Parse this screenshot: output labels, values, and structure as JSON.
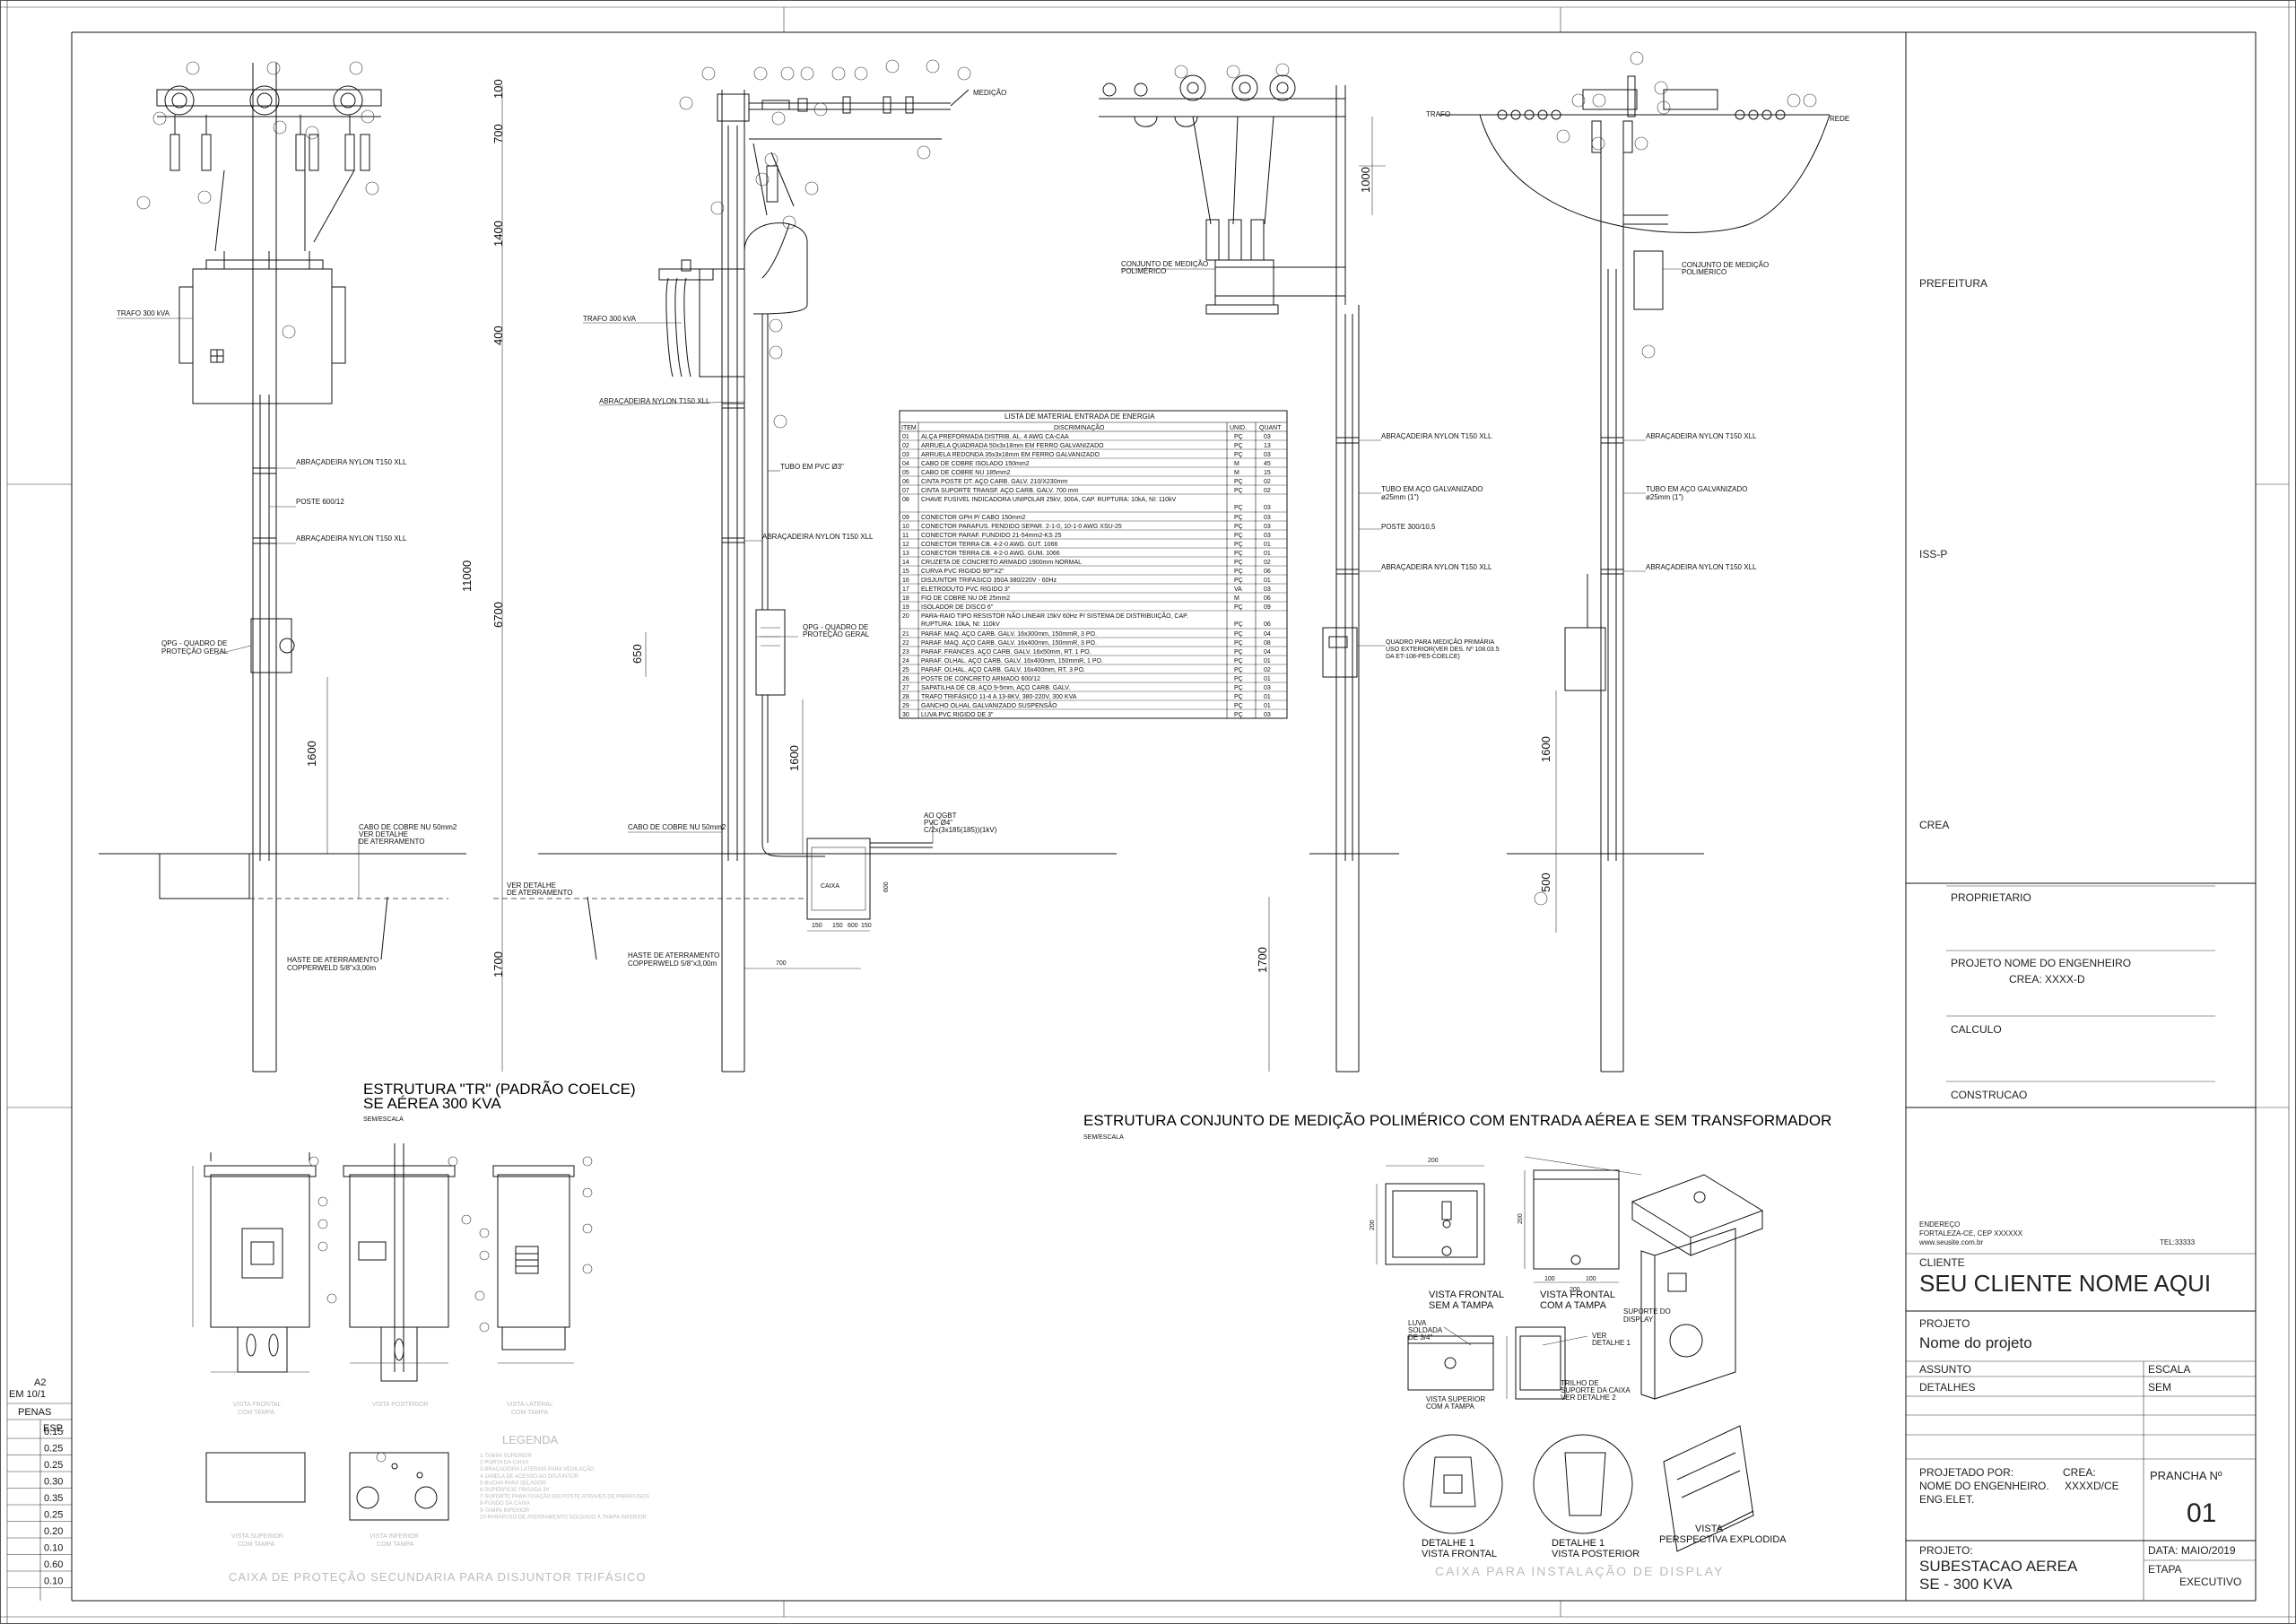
{
  "drawing1": {
    "title": "ESTRUTURA \"TR\" (PADRÃO COELCE)",
    "subtitle": "SE AÉREA 300 KVA",
    "scale": "SEM/ESCALA",
    "labels": {
      "trafo": "TRAFO 300 kVA",
      "abracadeira1": "ABRAÇADEIRA NYLON T150 XLL",
      "poste": "POSTE 600/12",
      "abracadeira2": "ABRAÇADEIRA NYLON T150 XLL",
      "qpg1": "QPG - QUADRO DE",
      "qpg2": "PROTEÇÃO GERAL",
      "cabo1": "CABO DE COBRE NU 50mm2",
      "cabo2": "VER DETALHE",
      "cabo3": "DE ATERRAMENTO",
      "haste1": "HASTE DE ATERRAMENTO",
      "haste2": "COPPERWELD 5/8\"x3,00m"
    }
  },
  "drawing2": {
    "labels": {
      "medicao": "MEDIÇÃO",
      "trafo": "TRAFO 300 kVA",
      "abr1": "ABRAÇADEIRA NYLON T150 XLL",
      "tubo": "TUBO EM PVC Ø3\"",
      "abr2": "ABRAÇADEIRA NYLON T150 XLL",
      "qpg1": "QPG - QUADRO DE",
      "qpg2": "PROTEÇÃO GERAL",
      "cabo": "CABO DE COBRE NU 50mm2",
      "ver1": "VER DETALHE",
      "ver2": "DE ATERRAMENTO",
      "haste1": "HASTE DE ATERRAMENTO",
      "haste2": "COPPERWELD 5/8\"x3,00m",
      "qgbt1": "AO QGBT",
      "qgbt2": "PVC Ø4\"",
      "qgbt3": "C/2x(3x185(185))(1kV)",
      "caixa": "CAIXA"
    },
    "dims": [
      "100",
      "700",
      "1400",
      "400",
      "11000",
      "6700",
      "650",
      "1600",
      "1700",
      "700",
      "600",
      "150",
      "150",
      "600",
      "150"
    ]
  },
  "drawing3": {
    "title": "ESTRUTURA CONJUNTO DE MEDIÇÃO POLIMÉRICO COM ENTRADA AÉREA E SEM TRANSFORMADOR",
    "scale": "SEM/ESCALA",
    "labels": {
      "conj1": "CONJUNTO DE MEDIÇÃO",
      "conj2": "POLIMÉRICO",
      "abr1": "ABRAÇADEIRA NYLON T150 XLL",
      "tubo1": "TUBO EM AÇO GALVANIZADO",
      "tubo2": "ø25mm (1\")",
      "poste": "POSTE 300/10,5",
      "abr2": "ABRAÇADEIRA NYLON T150 XLL",
      "quadro1": "QUADRO PARA MEDIÇÃO PRIMÁRIA",
      "quadro2": "USO EXTERIOR(VER DES. Nº 108.03.5",
      "quadro3": "DA ET-108-PE5-COELCE)"
    },
    "dims": [
      "1000",
      "1600",
      "500",
      "1700"
    ]
  },
  "drawing4": {
    "labels": {
      "trafo": "TRAFO",
      "rede": "REDE",
      "conj1": "CONJUNTO DE MEDIÇÃO",
      "conj2": "POLIMÉRICO",
      "abr1": "ABRAÇADEIRA NYLON T150 XLL",
      "tubo1": "TUBO EM AÇO GALVANIZADO",
      "tubo2": "ø25mm (1\")",
      "abr2": "ABRAÇADEIRA NYLON T150 XLL"
    }
  },
  "material_list": {
    "title": "LISTA DE MATERIAL ENTRADA DE ENERGIA",
    "headers": [
      "ITEM",
      "DISCRIMINAÇÃO",
      "UNID.",
      "QUANT"
    ],
    "rows": [
      [
        "01",
        "ALÇA PREFORMADA DISTRIB. AL. 4 AWG CA-CAA",
        "PÇ",
        "03"
      ],
      [
        "02",
        "ARRUELA QUADRADA 50x3x18mm EM FERRO GALVANIZADO",
        "PÇ",
        "13"
      ],
      [
        "03",
        "ARRUELA REDONDA 35x3x18mm EM FERRO GALVANIZADO",
        "PÇ",
        "03"
      ],
      [
        "04",
        "CABO DE COBRE ISOLADO 150mm2",
        "M",
        "45"
      ],
      [
        "05",
        "CABO DE COBRE NU 185mm2",
        "M",
        "15"
      ],
      [
        "06",
        "CINTA POSTE DT. AÇO CARB. GALV. 210/X230mm",
        "PÇ",
        "02"
      ],
      [
        "07",
        "CINTA SUPORTE TRANSF. AÇO CARB. GALV. 700 mm",
        "PÇ",
        "02"
      ],
      [
        "08",
        "CHAVE FUSIVEL INDICADORA UNIPOLAR 25kV, 300A, CAP. RUPTURA: 10kA, NI: 110kV",
        "PÇ",
        "03"
      ],
      [
        "09",
        "CONECTOR GPH P/ CABO 150mm2",
        "PÇ",
        "03"
      ],
      [
        "10",
        "CONECTOR PARAFUS. FENDIDO SEPAR. 2-1-0, 10-1-0 AWG XSU-25",
        "PÇ",
        "03"
      ],
      [
        "11",
        "CONECTOR PARAF. FUNDIDO 21-54mm2-KS 25",
        "PÇ",
        "03"
      ],
      [
        "12",
        "CONECTOR TERRA CB. 4-2-0 AWG. GUT. 1066",
        "PÇ",
        "01"
      ],
      [
        "13",
        "CONECTOR TERRA CB. 4-2-0 AWG. GUM. 1066",
        "PÇ",
        "01"
      ],
      [
        "14",
        "CRUZETA DE CONCRETO ARMADO 1900mm NORMAL",
        "PÇ",
        "02"
      ],
      [
        "15",
        "CURVA PVC RIGIDO 90º\"X2\"",
        "PÇ",
        "06"
      ],
      [
        "16",
        "DISJUNTOR TRIFASICO 350A 380/220V - 60Hz",
        "PÇ",
        "01"
      ],
      [
        "17",
        "ELETRODUTO PVC RIGIDO 3\"",
        "VA",
        "03"
      ],
      [
        "18",
        "FIO DE COBRE NU DE 25mm2",
        "M",
        "06"
      ],
      [
        "19",
        "ISOLADOR DE DISCO 6\"",
        "PÇ",
        "09"
      ],
      [
        "20",
        "PARA-RAIO TIPO RESISTOR NÃO LINEAR 15kV 60Hz P/ SISTEMA DE DISTRIBUIÇÃO, CAP. RUPTURA: 10kA, NI: 110kV",
        "PÇ",
        "06"
      ],
      [
        "21",
        "PARAF. MAQ. AÇO CARB. GALV. 16x300mm, 150mmR, 3 PO.",
        "PÇ",
        "04"
      ],
      [
        "22",
        "PARAF. MAQ. AÇO CARB. GALV. 16x400mm, 150mmR, 3 PO.",
        "PÇ",
        "08"
      ],
      [
        "23",
        "PARAF. FRANCES. AÇO CARB. GALV. 16x50mm, RT. 1 PO.",
        "PÇ",
        "04"
      ],
      [
        "24",
        "PARAF. OLHAL. AÇO CARB. GALV. 16x400mm, 150mmR, 1 PO.",
        "PÇ",
        "01"
      ],
      [
        "25",
        "PARAF. OLHAL. AÇO CARB. GALV. 16x400mm, RT. 3 PO.",
        "PÇ",
        "02"
      ],
      [
        "26",
        "POSTE DE CONCRETO ARMADO 600/12",
        "PÇ",
        "01"
      ],
      [
        "27",
        "SAPATILHA DE CB. AÇO 9-5mm, AÇO CARB. GALV.",
        "PÇ",
        "03"
      ],
      [
        "28",
        "TRAFO TRIFÁSICO 11-4 A 13-8KV, 380-220V, 300 KVA",
        "PÇ",
        "01"
      ],
      [
        "29",
        "GANCHO OLHAL GALVANIZADO SUSPENSÃO",
        "PÇ",
        "01"
      ],
      [
        "30",
        "LUVA PVC RIGIDO DE 3\"",
        "PÇ",
        "03"
      ]
    ]
  },
  "protection_box": {
    "caption": "CAIXA DE PROTEÇÃO SECUNDARIA PARA DISJUNTOR TRIFÁSICO",
    "views": [
      "VISTA FRONTAL",
      "COM TAMPA",
      "VISTA POSTERIOR",
      "VISTA LATERAL",
      "COM TAMPA",
      "VISTA SUPERIOR",
      "COM TAMPA",
      "VISTA INFERIOR",
      "COM TAMPA"
    ],
    "legend_title": "LEGENDA",
    "legend": [
      "1-TAMPA SUPERIOR",
      "2-PORTA DA CAIXA",
      "3-BRAÇADEIRA LATERAIS PARA VEDILAÇÃO",
      "4-JANELA DE ACESSO AO DISJUNTOR",
      "5-BUCHA PARA SELADOR",
      "6-SUPERFICIE FRISADA 3V",
      "7-SUPORTE PARA FIXAÇÃO EM POSTE ATRAVES DE PARAFUSOS",
      "8-FUNDO DA CAIXA",
      "9-TAMPA INFERIOR",
      "10-PARAFUSO DE ATERRAMENTO SOLDADO À TAMPA INFERIOR"
    ]
  },
  "display_box": {
    "caption": "CAIXA PARA INSTALAÇÃO DE DISPLAY",
    "labels": {
      "vf1": "VISTA FRONTAL",
      "vf2": "SEM A TAMPA",
      "vfc1": "VISTA FRONTAL",
      "vfc2": "COM A TAMPA",
      "suporte1": "SUPORTE DO",
      "suporte2": "DISPLAY",
      "luva1": "LUVA",
      "luva2": "SOLDADA",
      "luva3": "DE 3/4\"",
      "ver1": "VER",
      "ver2": "DETALHE 1",
      "vs1": "VISTA SUPERIOR",
      "vs2": "COM A TAMPA",
      "trilho1": "TRILHO DE",
      "trilho2": "SUPORTE DA CAIXA",
      "trilho3": "VER DETALHE 2",
      "d1a": "DETALHE  1",
      "d1b": "VISTA FRONTAL",
      "d2a": "DETALHE  1",
      "d2b": "VISTA POSTERIOR",
      "pe1": "VISTA",
      "pe2": "PERSPECTIVA EXPLODIDA"
    },
    "dims": [
      "200",
      "200",
      "100",
      "100",
      "200",
      "200"
    ]
  },
  "left_margin": {
    "header1": "A2",
    "header2": "EM 10/1",
    "header3": "PENAS",
    "col": "ESP.",
    "rows": [
      "0.15",
      "0.25",
      "0.25",
      "0.30",
      "0.35",
      "0.25",
      "0.20",
      "0.10",
      "0.60",
      "0.10"
    ]
  },
  "title_block": {
    "prefeitura": "PREFEITURA",
    "iss": "ISS-P",
    "crea": "CREA",
    "proprietario": "PROPRIETARIO",
    "projeto_nome": "PROJETO NOME DO ENGENHEIRO",
    "crea_num": "CREA: XXXX-D",
    "calculo": "CALCULO",
    "construcao": "CONSTRUCAO",
    "endereco_label": "ENDEREÇO",
    "endereco": "FORTALEZA-CE, CEP XXXXXX",
    "site": "www.seusite.com.br",
    "tel": "TEL:33333",
    "cliente_label": "CLIENTE",
    "cliente": "SEU CLIENTE NOME AQUI",
    "projeto_label": "PROJETO",
    "projeto": "Nome do projeto",
    "assunto": "ASSUNTO",
    "escala": "ESCALA",
    "detalhes": "DETALHES",
    "sem": "SEM",
    "projetado": "PROJETADO POR:",
    "crea2": "CREA:",
    "eng": "NOME DO ENGENHEIRO.",
    "crea_ce": "XXXXD/CE",
    "eng_elet": "ENG.ELET.",
    "prancha": "PRANCHA Nº",
    "prancha_num": "01",
    "projeto2": "PROJETO:",
    "sub1": "SUBESTACAO AEREA",
    "sub2": "SE - 300 KVA",
    "data": "DATA: MAIO/2019",
    "etapa": "ETAPA",
    "executivo": "EXECUTIVO"
  }
}
